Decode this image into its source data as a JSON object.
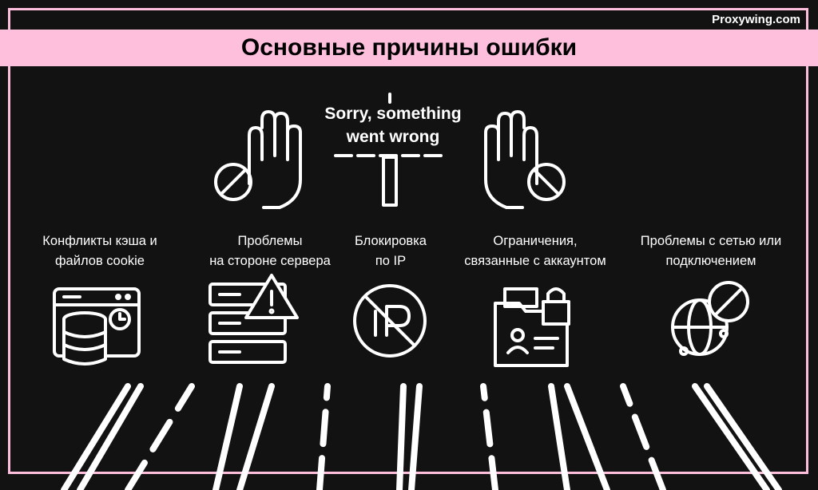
{
  "brand": "Proxywing.com",
  "title": "Основные причины ошибки",
  "sign": {
    "line1": "Sorry, something",
    "line2": "went wrong"
  },
  "causes": [
    {
      "line1": "Конфликты кэша и",
      "line2": "файлов cookie",
      "icon": "browser-database-icon"
    },
    {
      "line1": "Проблемы",
      "line2": "на стороне сервера",
      "icon": "server-warning-icon"
    },
    {
      "line1": "Блокировка",
      "line2": "по IP",
      "icon": "ip-blocked-icon"
    },
    {
      "line1": "Ограничения,",
      "line2": "связанные с аккаунтом",
      "icon": "locked-account-folder-icon"
    },
    {
      "line1": "Проблемы с сетью или",
      "line2": "подключением",
      "icon": "network-blocked-icon"
    }
  ],
  "colors": {
    "accent": "#fdbfdc",
    "background": "#121212"
  }
}
